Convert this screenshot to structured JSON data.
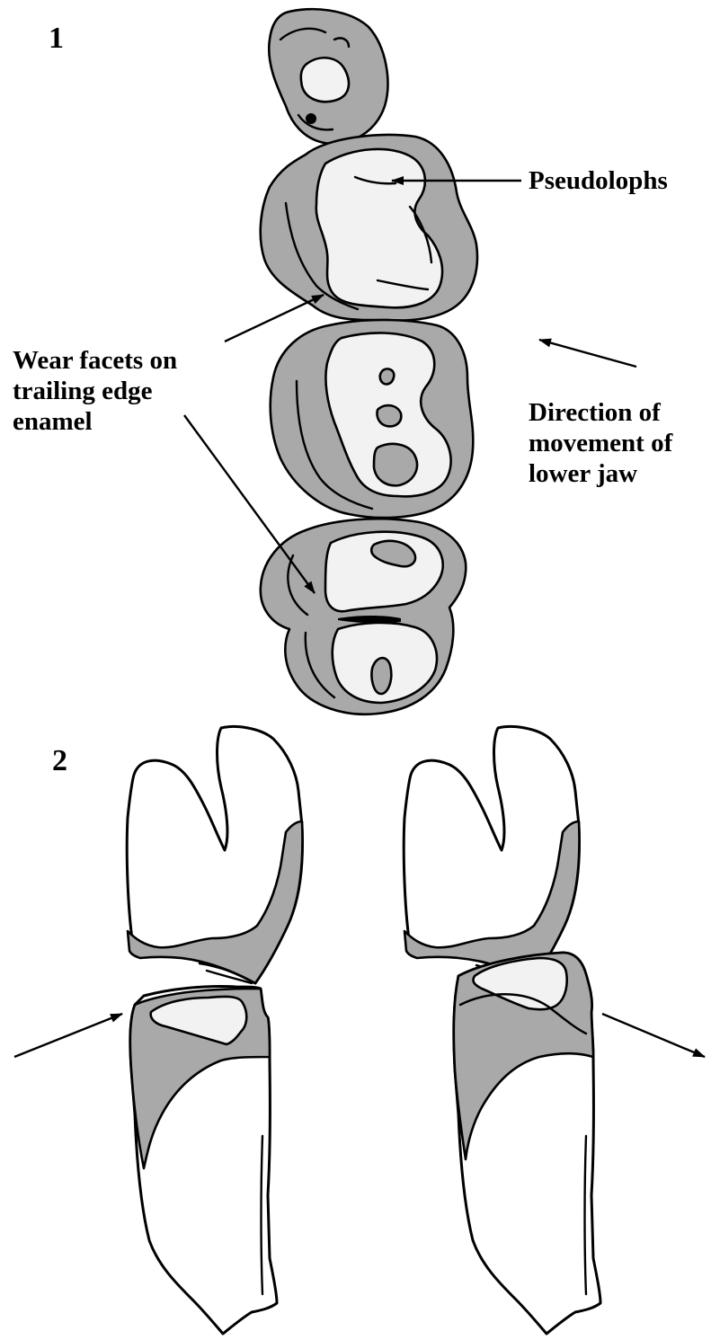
{
  "panels": {
    "panel1_number": "1",
    "panel2_number": "2"
  },
  "labels": {
    "pseudolophs": "Pseudolophs",
    "wear_facets": [
      "Wear facets on",
      "trailing edge",
      "enamel"
    ],
    "direction": [
      "Direction of",
      "movement of",
      "lower jaw"
    ]
  },
  "colors": {
    "enamel": "#a9a9a9",
    "dentine": "#f2f2f2",
    "outline": "#000000",
    "background": "#ffffff"
  }
}
